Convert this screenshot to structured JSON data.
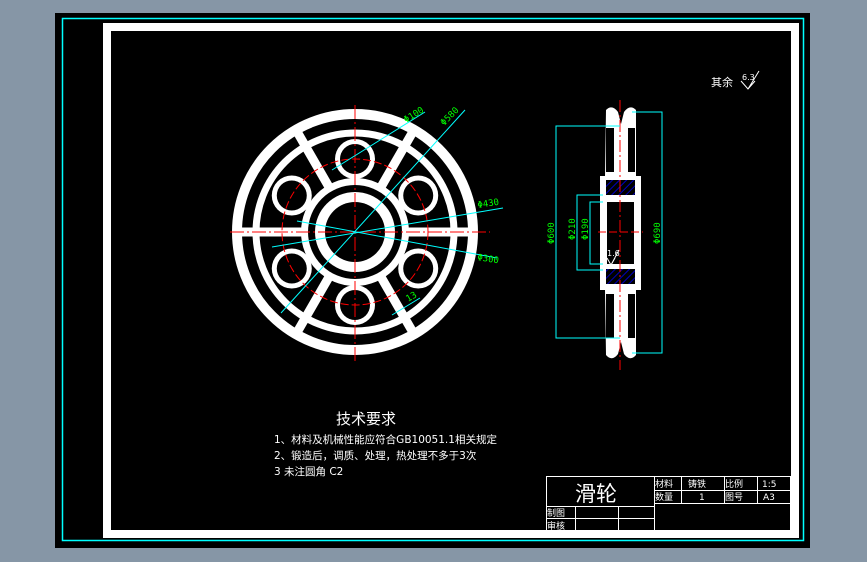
{
  "colors": {
    "background": "#8696a6",
    "paper": "#000000",
    "frame": "#ffffff",
    "dimension": "#00ffff",
    "dimension_text": "#00ff00",
    "centerline": "#ff0000",
    "hatch": "#0000ff"
  },
  "roughness_note": {
    "label": "其余",
    "value": "6.3"
  },
  "bore_roughness": "1.6",
  "front_view": {
    "dims": [
      "Φ100",
      "Φ580",
      "Φ430",
      "Φ300",
      "13"
    ]
  },
  "side_view": {
    "dims": [
      "Φ600",
      "Φ210",
      "Φ190",
      "Φ690"
    ]
  },
  "tech_requirements": {
    "title": "技术要求",
    "items": [
      "1、材料及机械性能应符合GB10051.1相关规定",
      "2、锻造后，调质、处理，热处理不多于3次",
      "3 未注圆角 C2"
    ]
  },
  "title_block": {
    "part_name": "滑轮",
    "material_label": "材料",
    "material": "铸铁",
    "scale_label": "比例",
    "scale": "1:5",
    "quantity_label": "数量",
    "quantity": "1",
    "drawing_no_label": "图号",
    "drawing_no": "A3",
    "drawn_label": "制图",
    "checked_label": "审核"
  }
}
